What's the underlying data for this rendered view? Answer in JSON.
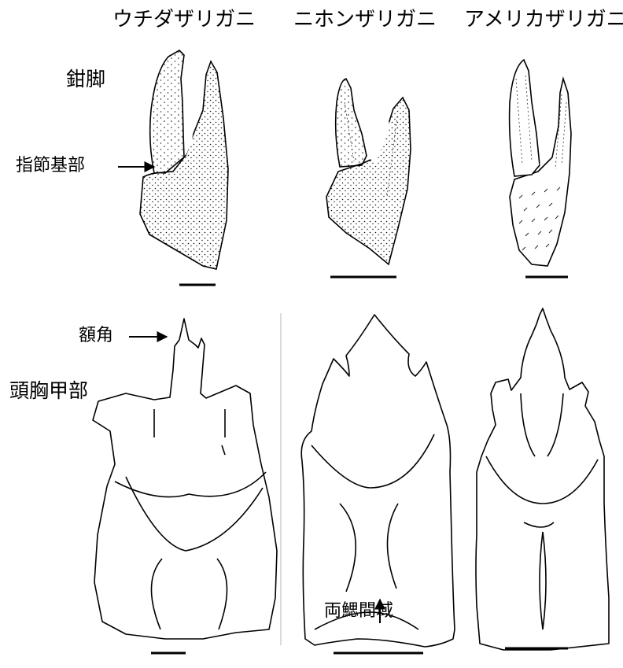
{
  "species": {
    "uchida": "ウチダザリガニ",
    "nihon": "ニホンザリガニ",
    "america": "アメリカザリガニ"
  },
  "row_labels": {
    "claw": "鉗脚",
    "carapace": "頭胸甲部"
  },
  "annotations": {
    "finger_base": "指節基部",
    "rostrum": "額角",
    "areola": "両鰓間域"
  }
}
